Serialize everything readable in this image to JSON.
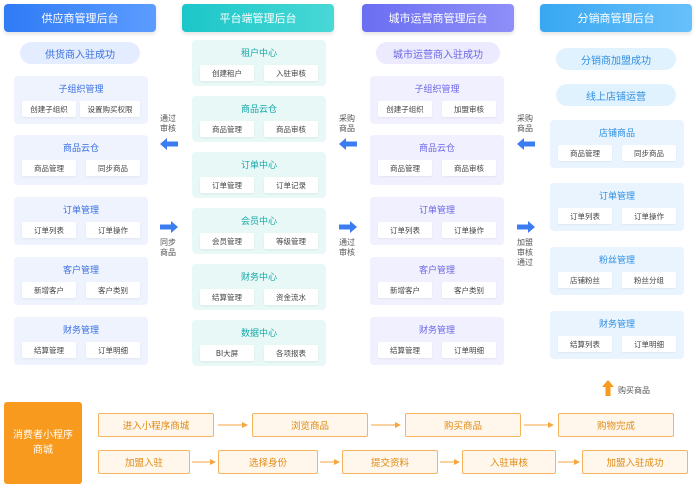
{
  "columns": {
    "supplier": {
      "header": "供应商管理后台",
      "pill": "供货商入驻成功",
      "cards": [
        {
          "title": "子组织管理",
          "items": [
            "创建子组织",
            "设置购买权限"
          ]
        },
        {
          "title": "商品云仓",
          "items": [
            "商品管理",
            "同步商品"
          ]
        },
        {
          "title": "订单管理",
          "items": [
            "订单列表",
            "订单操作"
          ]
        },
        {
          "title": "客户管理",
          "items": [
            "新增客户",
            "客户类别"
          ]
        },
        {
          "title": "财务管理",
          "items": [
            "结算管理",
            "订单明细"
          ]
        }
      ]
    },
    "platform": {
      "header": "平台端管理后台",
      "cards": [
        {
          "title": "租户中心",
          "items": [
            "创建租户",
            "入驻审核"
          ]
        },
        {
          "title": "商品云仓",
          "items": [
            "商品管理",
            "商品审核"
          ]
        },
        {
          "title": "订单中心",
          "items": [
            "订单管理",
            "订单记录"
          ]
        },
        {
          "title": "会员中心",
          "items": [
            "会员管理",
            "等级管理"
          ]
        },
        {
          "title": "财务中心",
          "items": [
            "结算管理",
            "资金流水"
          ]
        },
        {
          "title": "数据中心",
          "items": [
            "BI大屏",
            "各项报表"
          ]
        }
      ]
    },
    "city": {
      "header": "城市运营商管理后台",
      "pill": "城市运营商入驻成功",
      "cards": [
        {
          "title": "子组织管理",
          "items": [
            "创建子组织",
            "加盟审核"
          ]
        },
        {
          "title": "商品云仓",
          "items": [
            "商品管理",
            "商品审核"
          ]
        },
        {
          "title": "订单管理",
          "items": [
            "订单列表",
            "订单操作"
          ]
        },
        {
          "title": "客户管理",
          "items": [
            "新增客户",
            "客户类别"
          ]
        },
        {
          "title": "财务管理",
          "items": [
            "结算管理",
            "订单明细"
          ]
        }
      ]
    },
    "distributor": {
      "header": "分销商管理后台",
      "pills": [
        "分销商加盟成功",
        "线上店铺运营"
      ],
      "cards": [
        {
          "title": "店铺商品",
          "items": [
            "商品管理",
            "同步商品"
          ]
        },
        {
          "title": "订单管理",
          "items": [
            "订单列表",
            "订单操作"
          ]
        },
        {
          "title": "粉丝管理",
          "items": [
            "店铺粉丝",
            "粉丝分组"
          ]
        },
        {
          "title": "财务管理",
          "items": [
            "结算列表",
            "订单明细"
          ]
        }
      ]
    }
  },
  "arrows": {
    "pass_review": [
      "通过",
      "审核"
    ],
    "sync_goods": [
      "同步",
      "商品"
    ],
    "purchase_goods_1": [
      "采购",
      "商品"
    ],
    "pass_review_2": [
      "通过",
      "审核"
    ],
    "purchase_goods_2": [
      "采购",
      "商品"
    ],
    "join_review": [
      "加盟",
      "审核",
      "通过"
    ],
    "buy_goods": "购买商品"
  },
  "consumer": {
    "label": "消费者小程序商城",
    "row1": [
      "进入小程序商城",
      "浏览商品",
      "购买商品",
      "购物完成"
    ],
    "row2": [
      "加盟入驻",
      "选择身份",
      "提交资料",
      "入驻审核",
      "加盟入驻成功"
    ]
  },
  "colors": {
    "blue": "#2f7bf6",
    "teal": "#1cc6c9",
    "purple": "#6a6ef2",
    "sky": "#38a7f2",
    "orange": "#f79a1e"
  }
}
